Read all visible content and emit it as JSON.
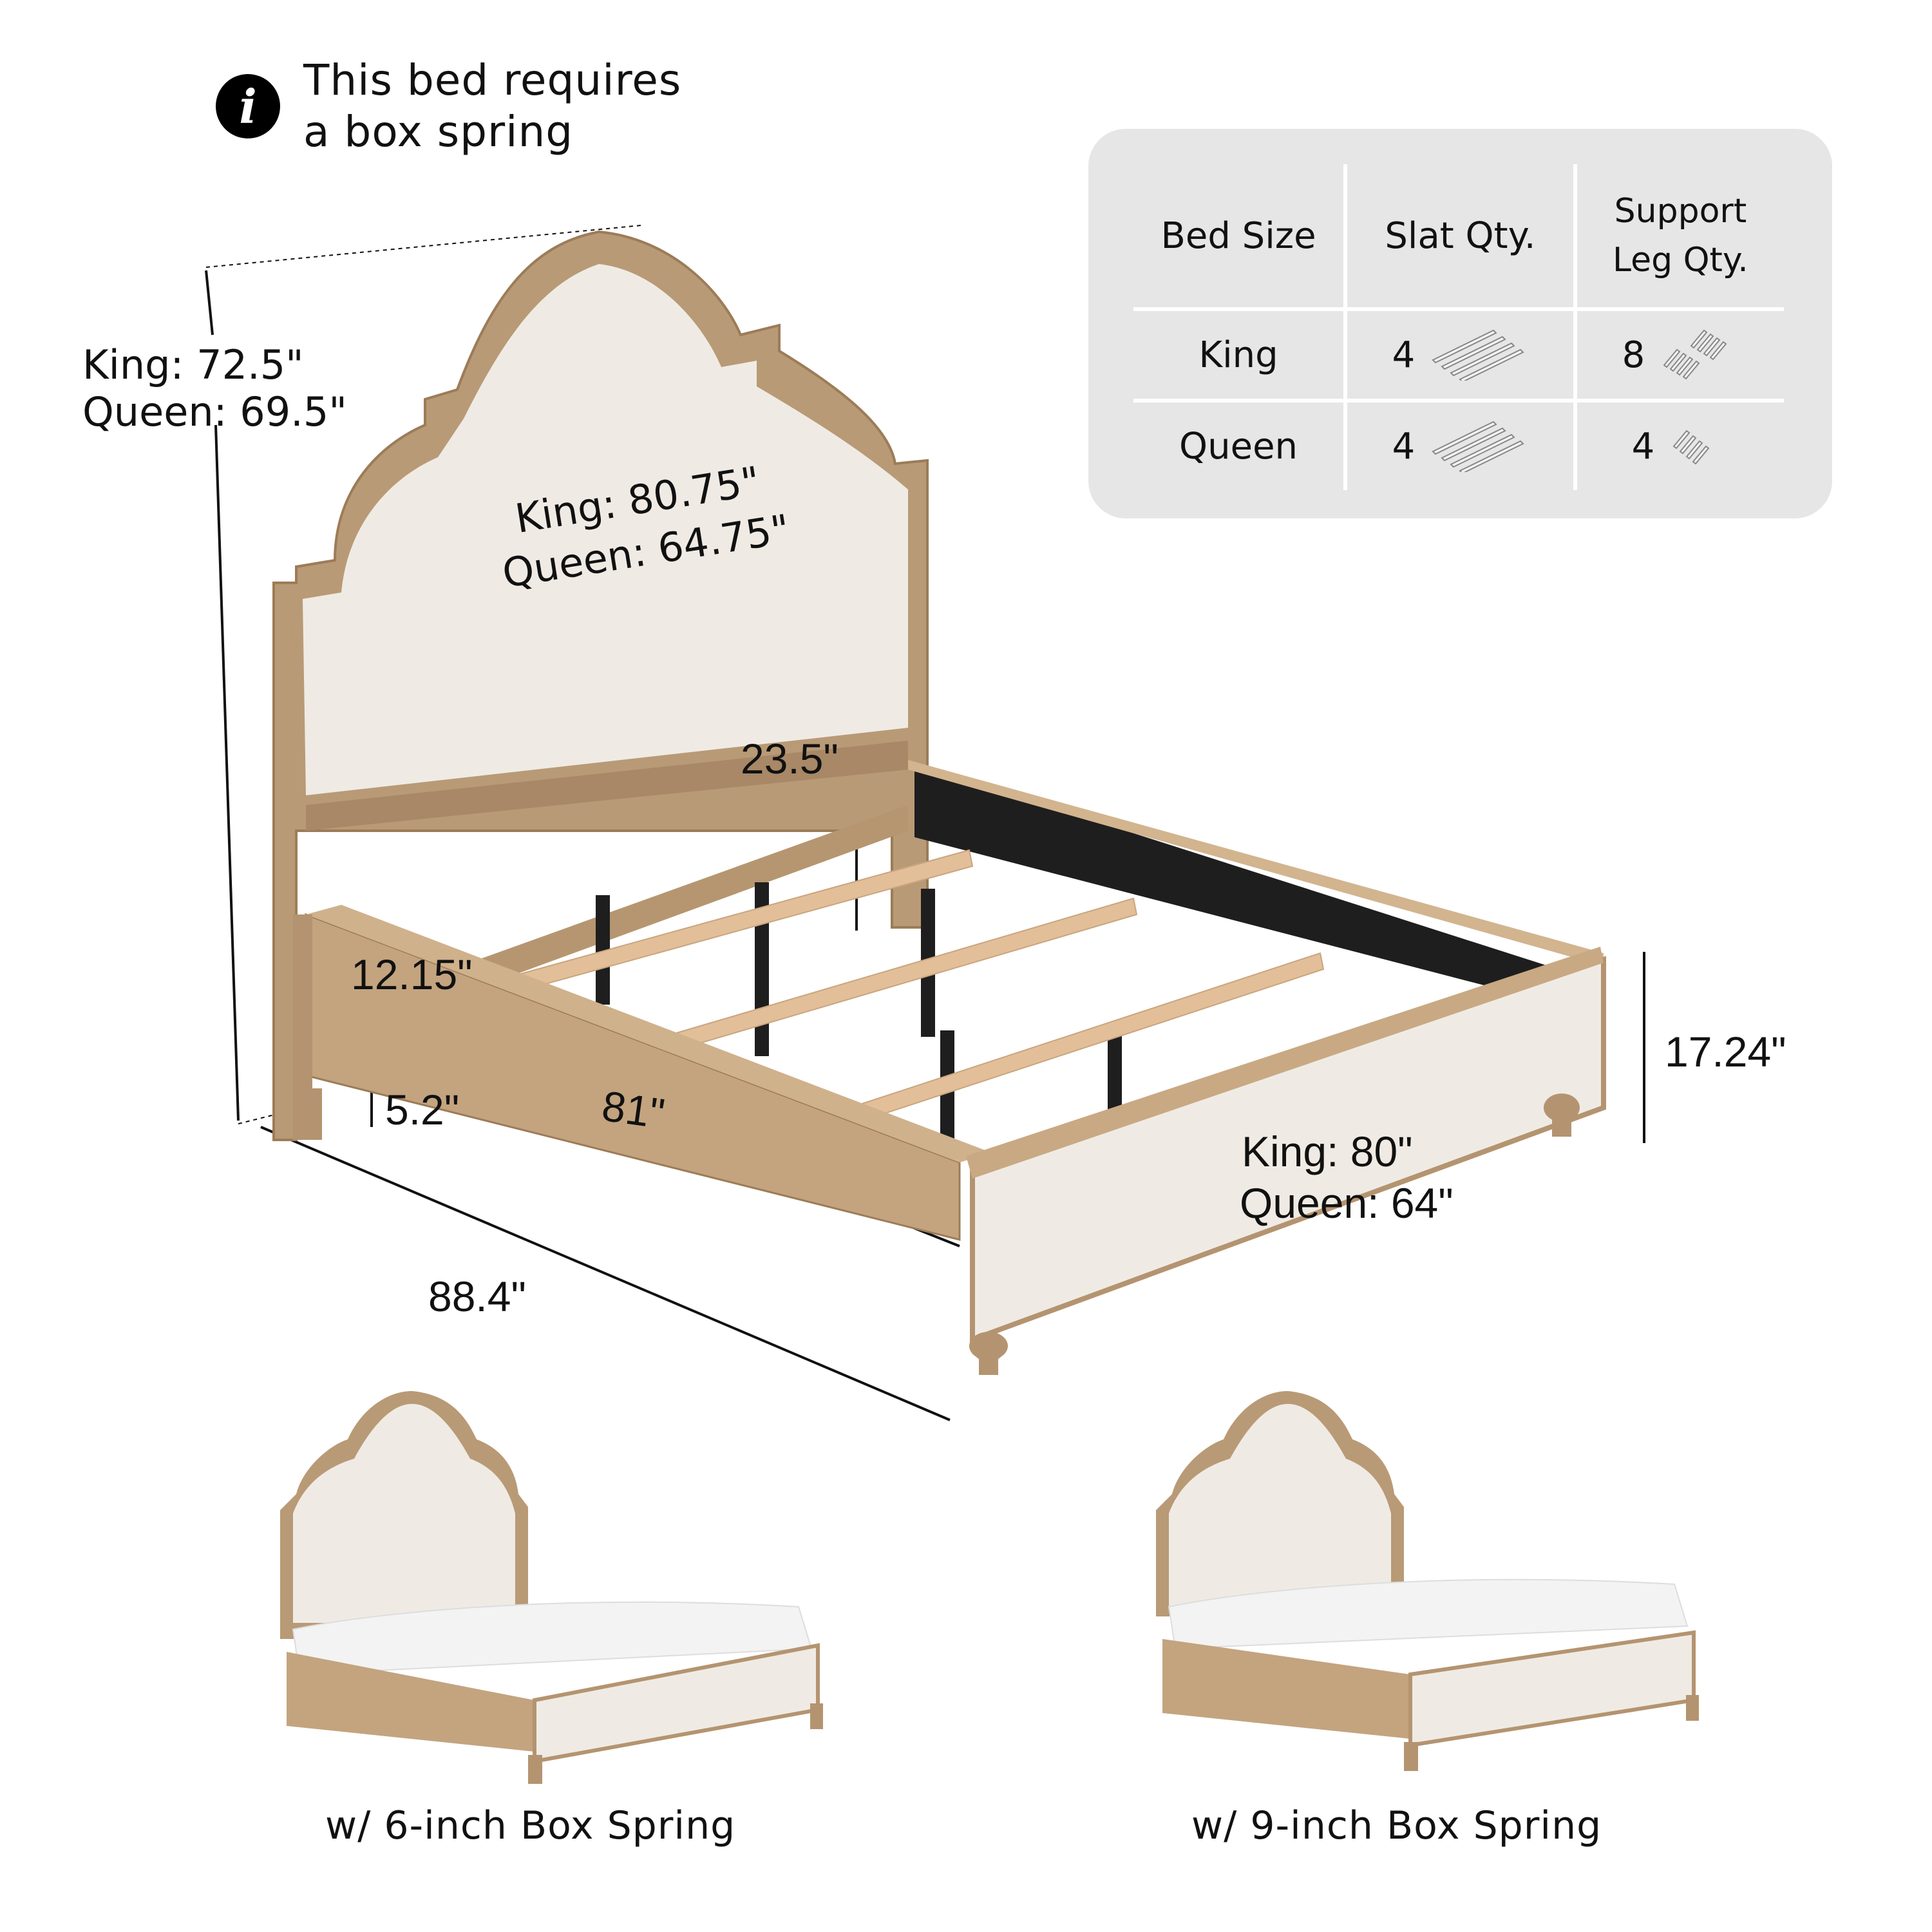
{
  "notice": {
    "icon": "info-icon",
    "icon_glyph": "i",
    "line1": "This bed requires",
    "line2": "a box spring"
  },
  "quantity_table": {
    "headers": [
      "Bed Size",
      "Slat Qty.",
      "Support",
      "Leg Qty."
    ],
    "header_labels": {
      "bed_size": "Bed Size",
      "slat_qty": "Slat Qty.",
      "support_leg_qty_line1": "Support",
      "support_leg_qty_line2": "Leg Qty."
    },
    "rows": [
      {
        "size": "King",
        "slat_qty": "4",
        "slat_icon": "slats-icon",
        "leg_qty": "8",
        "leg_icon": "support-legs-icon"
      },
      {
        "size": "Queen",
        "slat_qty": "4",
        "slat_icon": "slats-icon",
        "leg_qty": "4",
        "leg_icon": "support-legs-icon"
      }
    ],
    "background": "#e6e6e6"
  },
  "dimensions": {
    "overall_height_king": "King: 72.5\"",
    "overall_height_queen": "Queen: 69.5\"",
    "headboard_width_king": "King: 80.75\"",
    "headboard_width_queen": "Queen: 64.75\"",
    "headboard_clearance": "23.5\"",
    "footboard_height": "12.15\"",
    "floor_clearance": "5.2\"",
    "inner_length": "81\"",
    "footboard_height_total": "17.24\"",
    "overall_width_king": "King: 80\"",
    "overall_width_queen": "Queen: 64\"",
    "overall_length": "88.4\""
  },
  "variants": [
    {
      "caption": "w/ 6-inch Box Spring"
    },
    {
      "caption": "w/ 9-inch Box Spring"
    }
  ],
  "colors": {
    "wood": "#b99a76",
    "wood_dark": "#9c7c58",
    "slat": "#e2bf98",
    "upholstery": "#efebe4",
    "rail_black": "#1e1e1e",
    "mattress": "#f3f3f3"
  }
}
